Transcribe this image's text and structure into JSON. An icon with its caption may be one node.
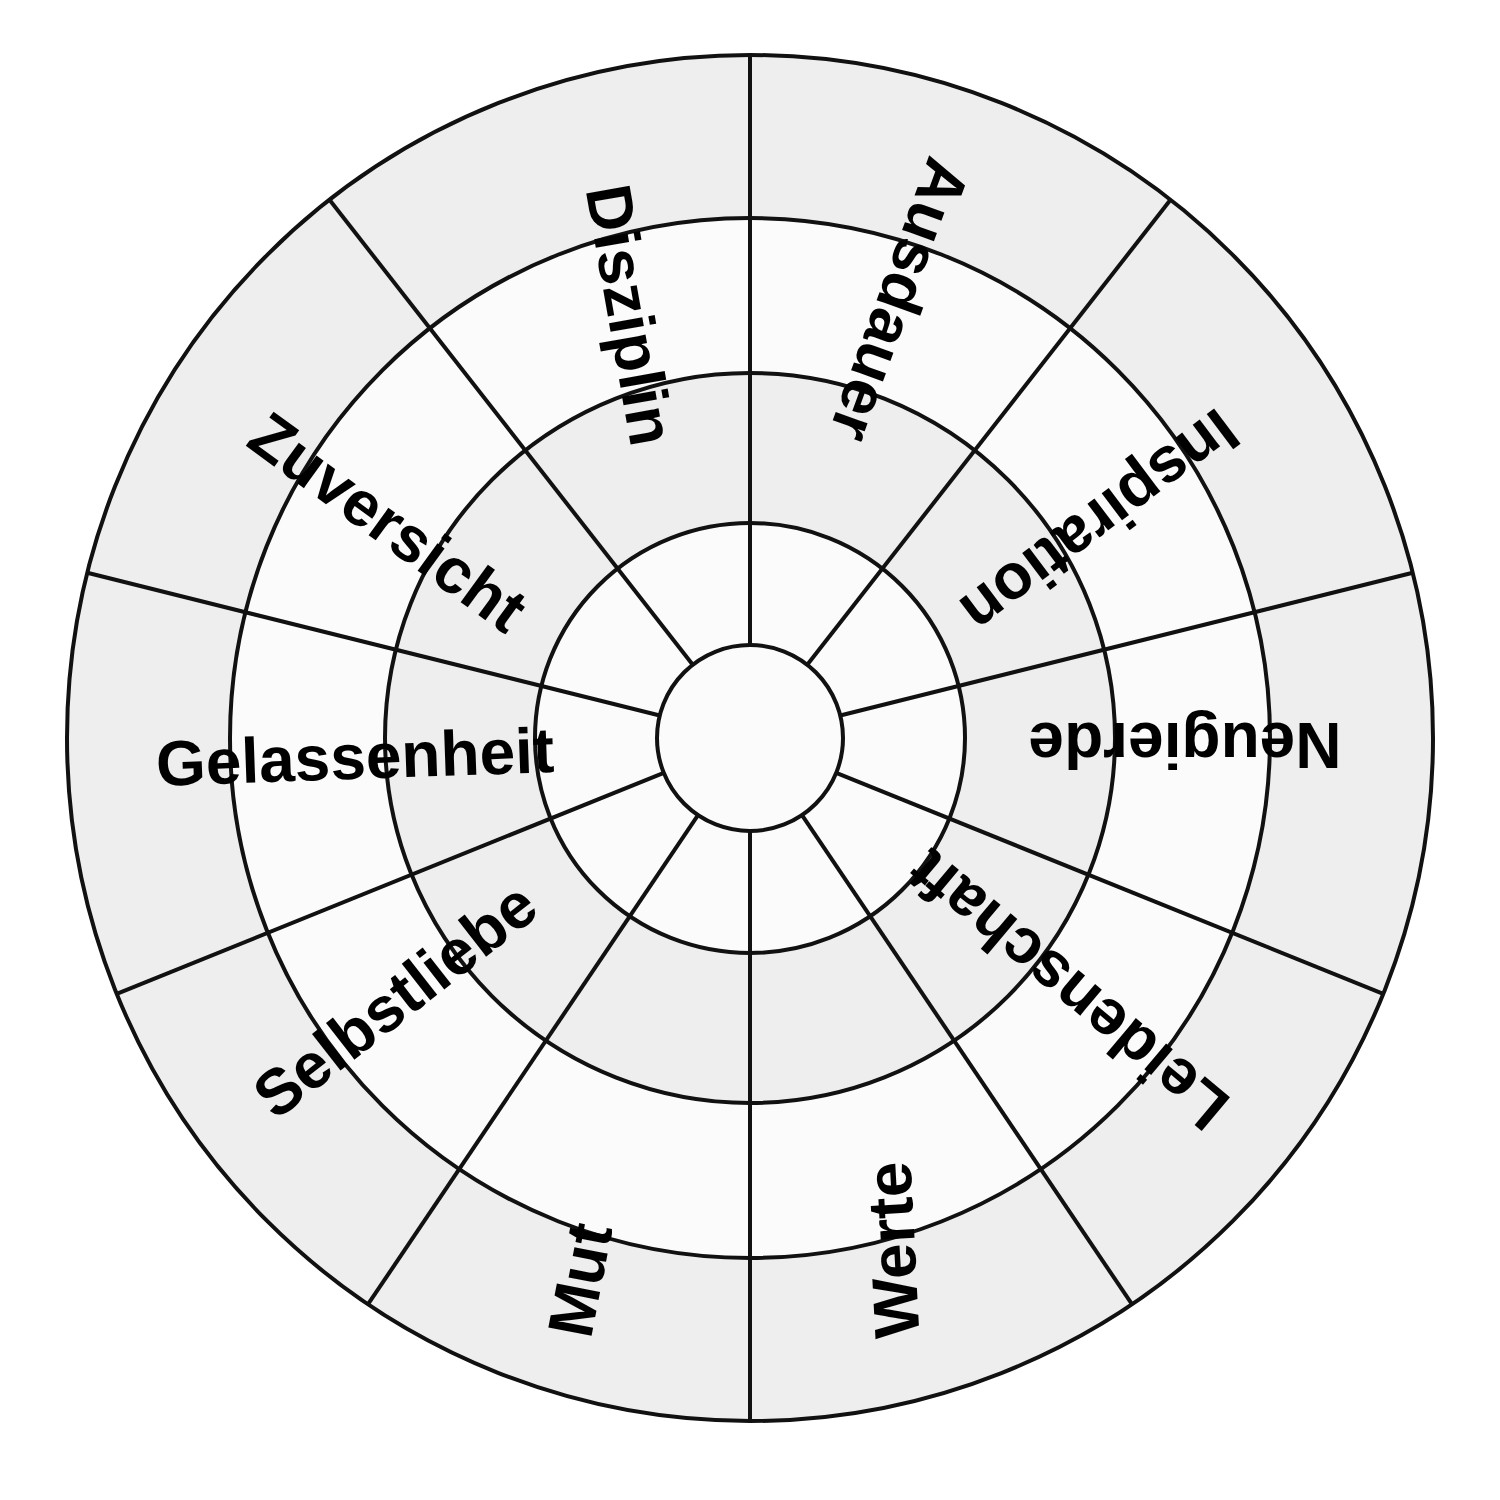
{
  "diagram": {
    "labels": [
      "Disziplin",
      "Ausdauer",
      "Inspiration",
      "Neugierde",
      "Leidenschaft",
      "Werte",
      "Mut",
      "Selbstliebe",
      "Gelassenheit",
      "Zuversicht"
    ]
  }
}
